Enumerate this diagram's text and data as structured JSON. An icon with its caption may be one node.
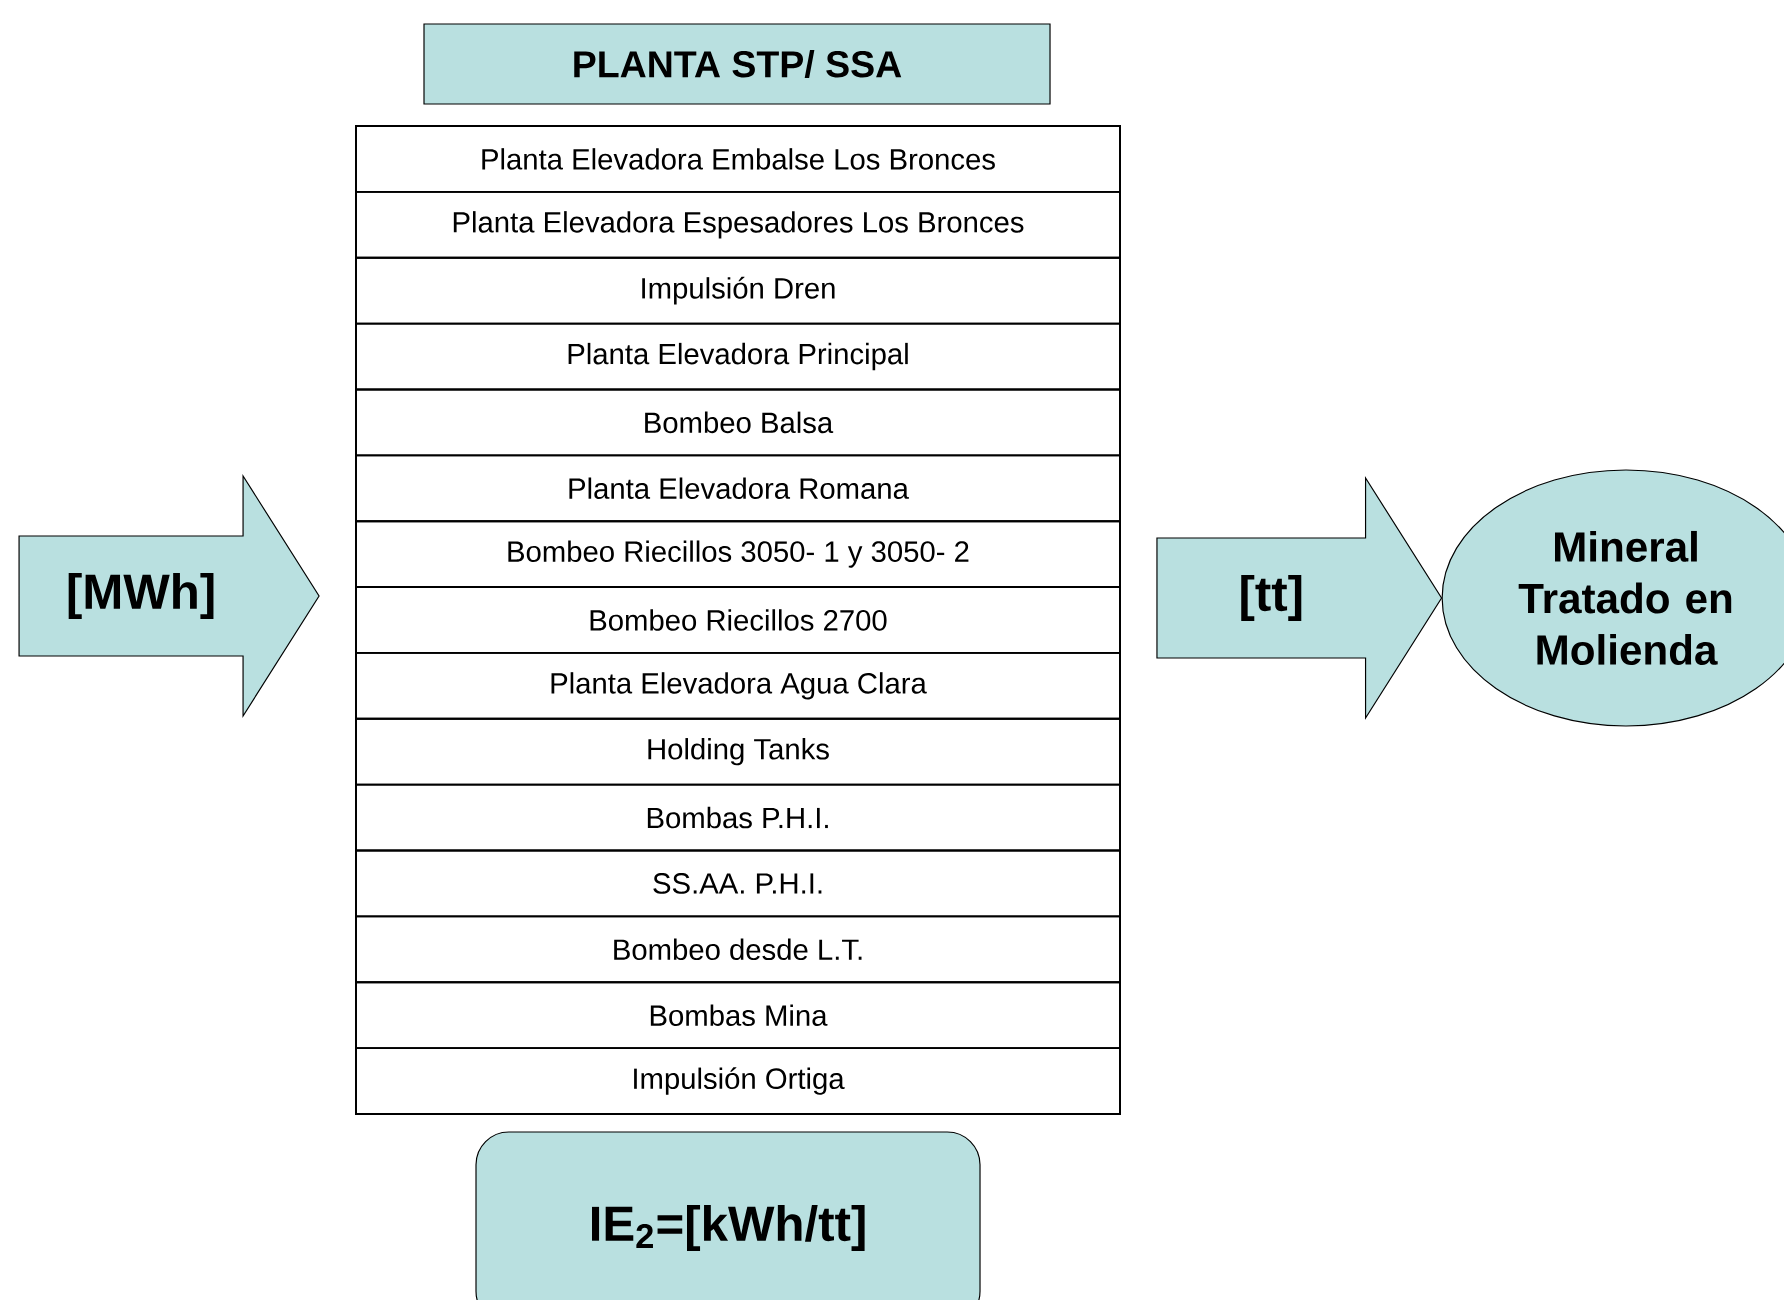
{
  "diagram": {
    "nodes": [
      {
        "text": [
          "PLANTA STP/ SSA"
        ]
      },
      {
        "text": [],
        "shape": "box"
      },
      {
        "text": [
          "Planta Elevadora Embalse Los Bronces"
        ],
        "in": 1
      },
      {
        "text": [
          "Planta Elevadora Espesadores Los Bronces"
        ],
        "in": 1
      },
      {
        "text": [
          "Impulsión Dren"
        ],
        "in": 1
      },
      {
        "text": [
          "Planta Elevadora Principal"
        ],
        "in": 1
      },
      {
        "text": [
          "Bombeo Balsa"
        ],
        "in": 1
      },
      {
        "text": [
          "Planta Elevadora Romana"
        ],
        "in": 1
      },
      {
        "text": [
          "Bombeo Riecillos 3050- 1 y 3050- 2"
        ],
        "in": 1
      },
      {
        "text": [
          "Bombeo Riecillos 2700"
        ],
        "in": 1
      },
      {
        "text": [
          "Planta Elevadora Agua Clara"
        ],
        "in": 1
      },
      {
        "text": [
          "Holding Tanks"
        ],
        "in": 1
      },
      {
        "text": [
          "Bombas P.H.I."
        ],
        "in": 1
      },
      {
        "text": [
          "SS.AA. P.H.I."
        ],
        "in": 1
      },
      {
        "text": [
          "Bombeo desde L.T."
        ],
        "in": 1
      },
      {
        "text": [
          "Bombas Mina"
        ],
        "in": 1
      },
      {
        "text": [
          "Impulsión Ortiga"
        ],
        "in": 1
      },
      {
        "text": [
          "Mineral Tratado en Molienda"
        ]
      },
      {
        "text": [
          "IE$_{2}$=[kWh/tt]"
        ]
      }
    ],
    "edges": [
      {
        "from": null,
        "to": 1,
        "arrow": "to",
        "label": "[MWh]"
      },
      {
        "from": 1,
        "to": 17,
        "arrow": "to",
        "label": "[tt]"
      }
    ]
  }
}
